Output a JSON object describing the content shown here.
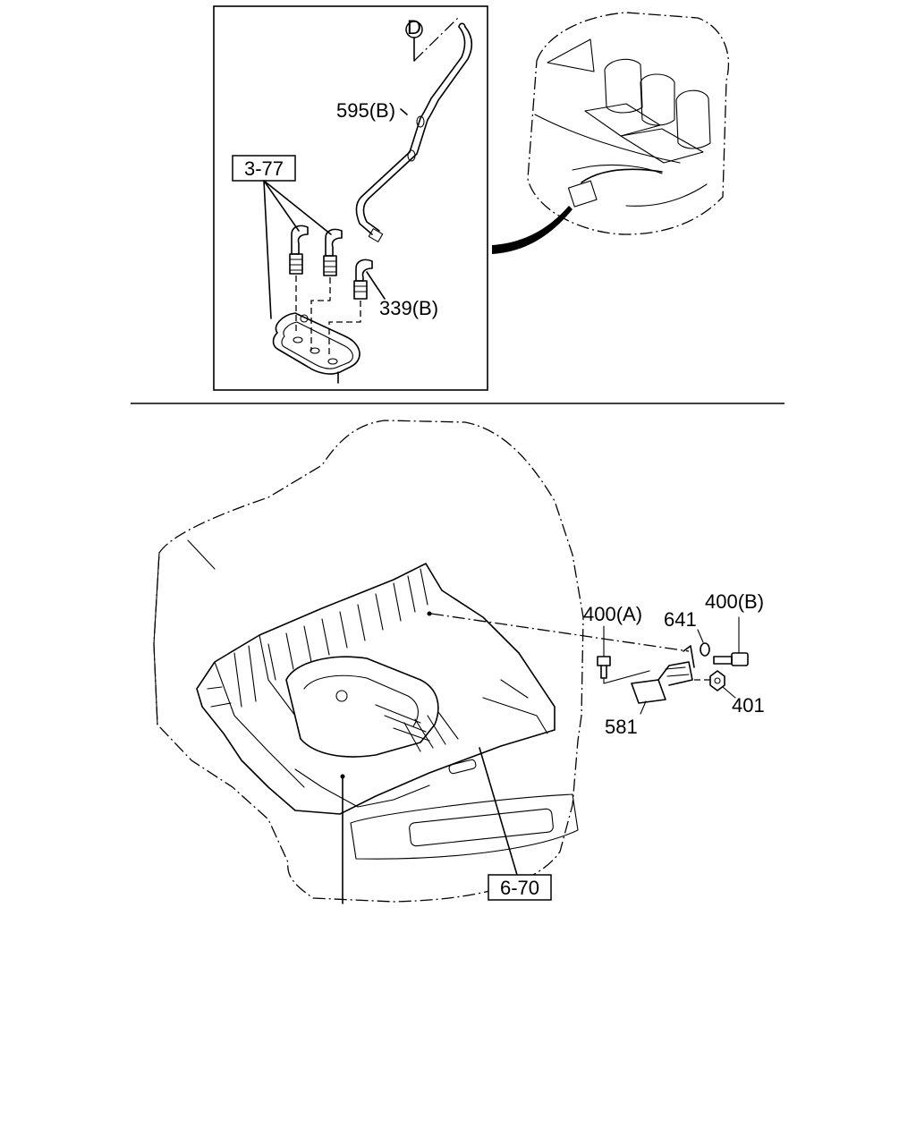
{
  "top_detail": {
    "ref_circle": "D",
    "labels": {
      "hose": "595(B)",
      "ref_box": "3-77",
      "elbow": "339(B)"
    }
  },
  "bottom_view": {
    "labels": {
      "bolt_a": "400(A)",
      "washer": "641",
      "bolt_b": "400(B)",
      "nut": "401",
      "bracket": "581",
      "ref_box": "6-70"
    }
  }
}
